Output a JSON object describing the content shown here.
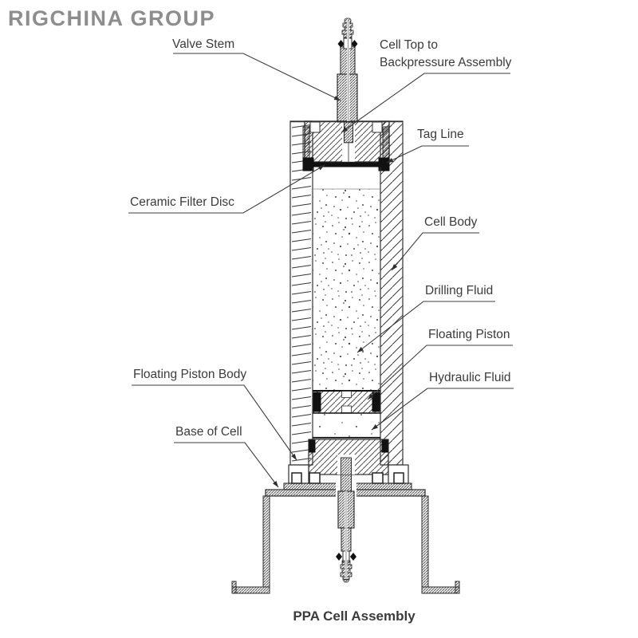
{
  "logo": {
    "text": "RIGCHINA GROUP",
    "color": "#8d8d8d"
  },
  "title": {
    "text": "PPA Cell Assembly"
  },
  "labels": {
    "valve_stem": "Valve Stem",
    "cell_top_line1": "Cell Top to",
    "cell_top_line2": "Backpressure Assembly",
    "tag_line": "Tag Line",
    "ceramic_filter_disc": "Ceramic Filter Disc",
    "cell_body": "Cell Body",
    "drilling_fluid": "Drilling Fluid",
    "floating_piston": "Floating Piston",
    "hydraulic_fluid": "Hydraulic Fluid",
    "floating_piston_body": "Floating Piston Body",
    "base_of_cell": "Base of Cell"
  },
  "colors": {
    "line": "#2f2f2f",
    "label": "#3b3b3b",
    "black_fill": "#111111"
  }
}
